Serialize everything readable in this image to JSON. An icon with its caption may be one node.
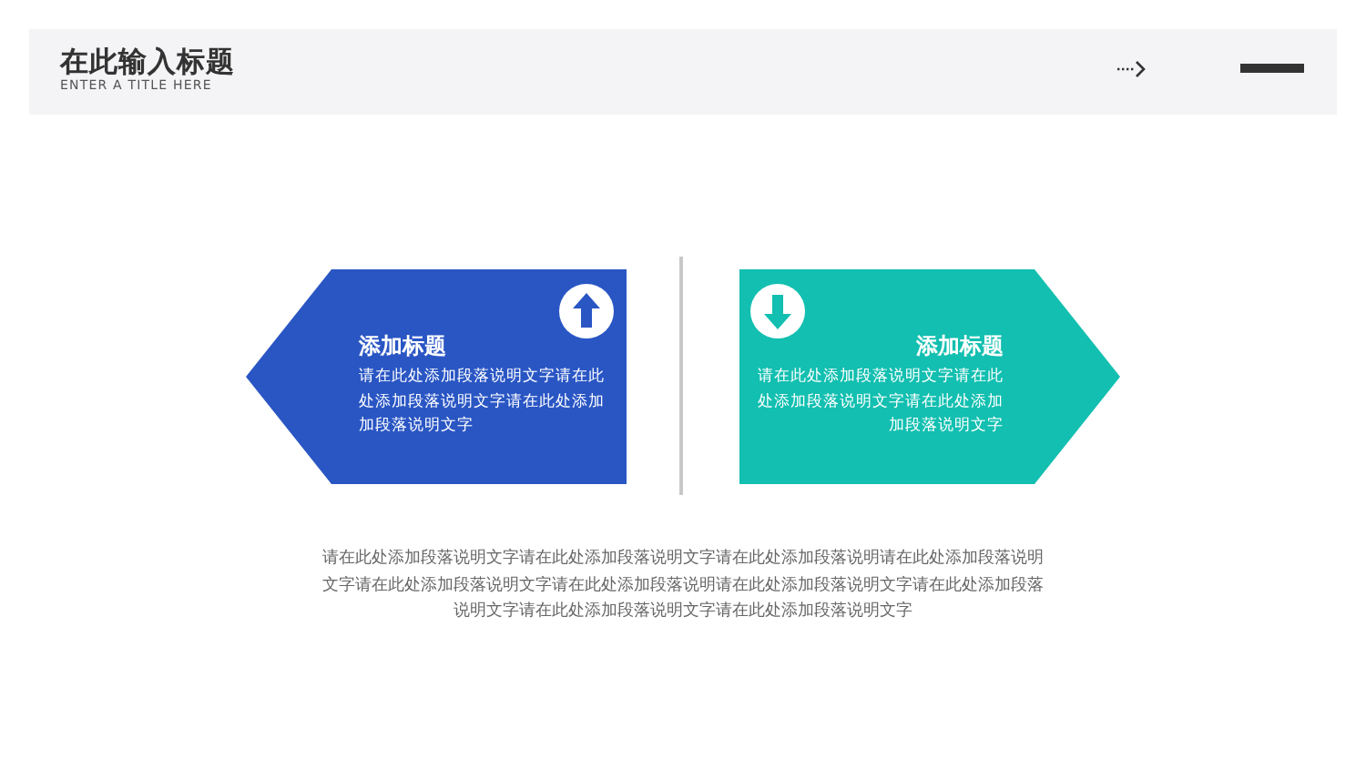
{
  "diagram": {
    "title": "在此输入标题",
    "nodes": [
      {
        "text": [
          "添加标题",
          "请在此处添加段落说明文字请在此处添加段落说明文字请在此处添加加段落说明文字"
        ]
      },
      {
        "text": [
          "添加标题",
          "请在此处添加段落说明文字请在此处添加段落说明文字请在此处添加加段落说明文字"
        ]
      }
    ],
    "labels": [
      "ENTER A TITLE HERE",
      "请在此处添加段落说明文字请在此处添加段落说明文字请在此处添加段落说明请在此处添加段落说明文字请在此处添加段落说明文字请在此处添加段落说明请在此处添加段落说明文字请在此处添加段落说明文字请在此处添加段落说明文字请在此处添加段落说明文字"
    ]
  }
}
